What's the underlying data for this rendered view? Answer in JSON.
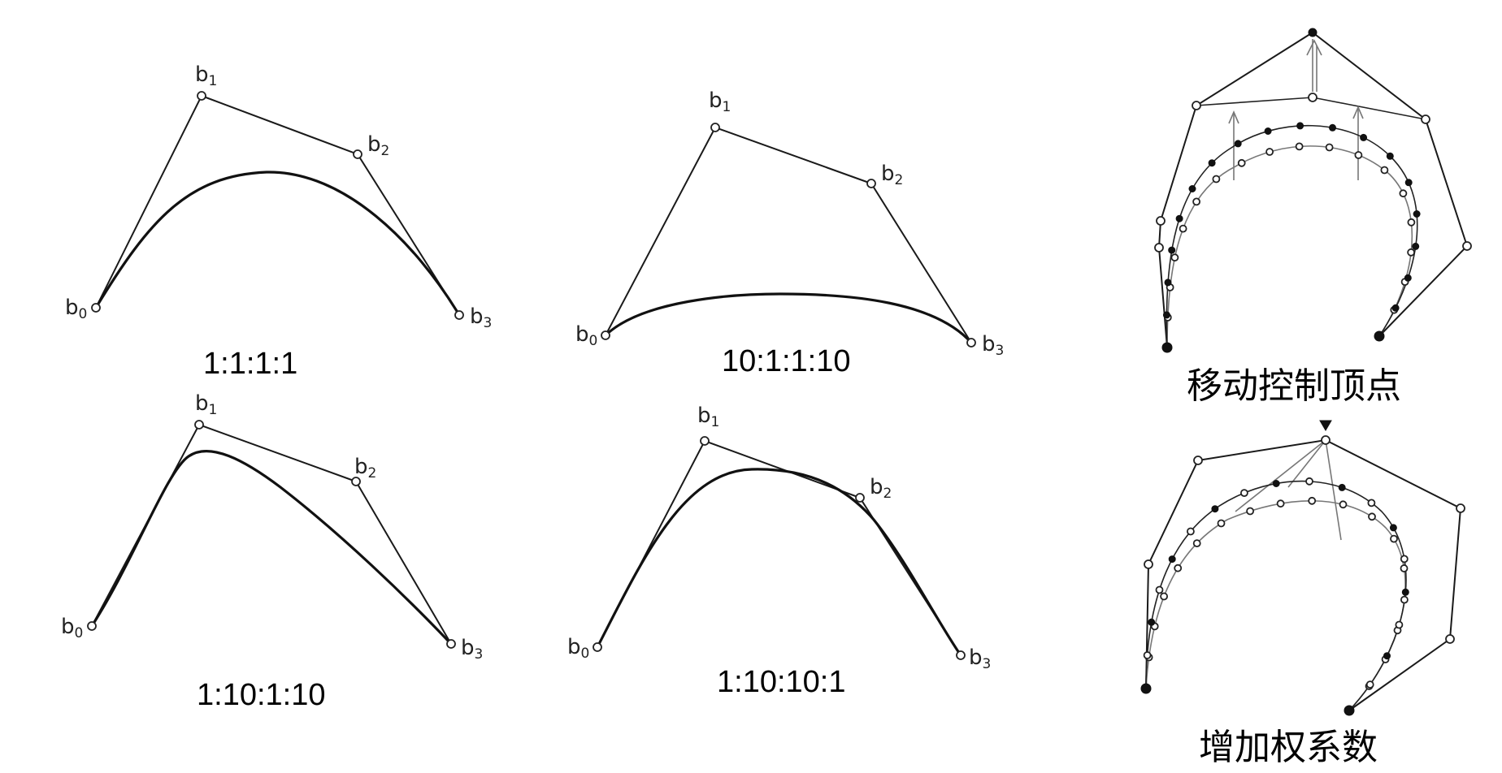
{
  "panels": [
    {
      "id": "p1",
      "caption": "1:1:1:1"
    },
    {
      "id": "p2",
      "caption": "10:1:1:10"
    },
    {
      "id": "p3",
      "caption": "1:10:1:10"
    },
    {
      "id": "p4",
      "caption": "1:10:10:1"
    }
  ],
  "point_labels": {
    "b0": {
      "base": "b",
      "sub": "0"
    },
    "b1": {
      "base": "b",
      "sub": "1"
    },
    "b2": {
      "base": "b",
      "sub": "2"
    },
    "b3": {
      "base": "b",
      "sub": "3"
    }
  },
  "right_panels": {
    "top_caption": "移动控制顶点",
    "bottom_caption": "增加权系数"
  }
}
